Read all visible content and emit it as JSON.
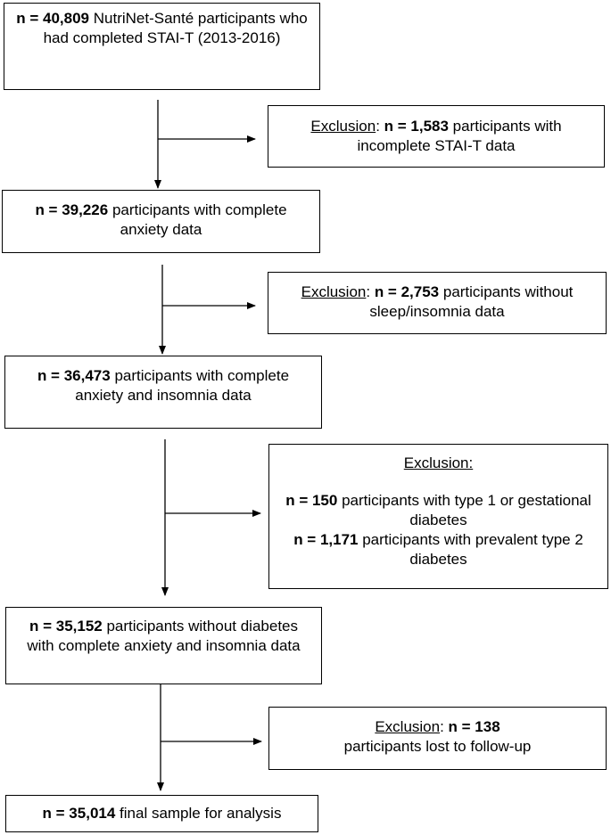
{
  "boxes": {
    "b1": {
      "num": "n = 40,809",
      "text": " NutriNet-Santé participants who had completed STAI-T (2013-2016)"
    },
    "e1": {
      "label": "Exclusion",
      "colon": ": ",
      "num": "n = 1,583",
      "text": " participants with incomplete STAI-T data"
    },
    "b2": {
      "num": "n = 39,226",
      "text": " participants with complete anxiety data"
    },
    "e2": {
      "label": "Exclusion",
      "colon": ": ",
      "num": "n = 2,753",
      "text": " participants without sleep/insomnia data"
    },
    "b3": {
      "num": "n = 36,473",
      "text": " participants with complete anxiety and insomnia data"
    },
    "e3": {
      "label": "Exclusion:",
      "line1_num": "n = 150",
      "line1_text": " participants with type 1 or gestational diabetes",
      "line2_num": "n = 1,171",
      "line2_text": " participants with prevalent type 2 diabetes"
    },
    "b4": {
      "num": "n = 35,152",
      "text": " participants without diabetes with complete anxiety and insomnia data"
    },
    "e4": {
      "label": "Exclusion",
      "colon": ": ",
      "num": "n = 138",
      "text": "participants lost to follow-up"
    },
    "b5": {
      "num": "n = 35,014",
      "text": " final sample for analysis"
    }
  }
}
